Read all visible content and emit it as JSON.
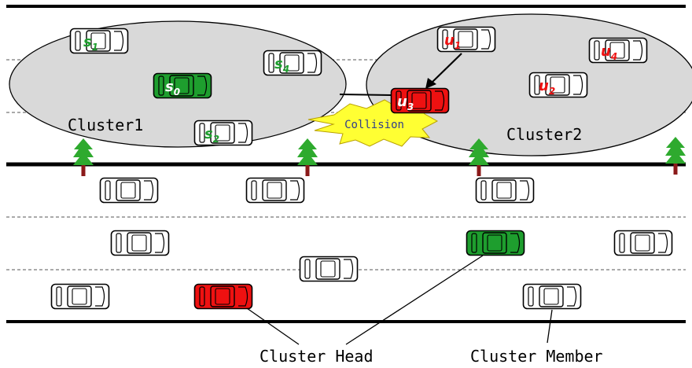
{
  "colors": {
    "road_line": "#000000",
    "lane_dash": "#555555",
    "cluster_fill": "#d9d9d9",
    "green_head": "#1e9e2e",
    "red_head": "#ee1111",
    "green_text": "#1e9e2e",
    "red_text": "#ee1111",
    "tree": "#2eaa2e",
    "trunk": "#8b1a1a",
    "burst": "#ffff33",
    "burst_text": "#2f3d8c"
  },
  "clusters": [
    {
      "label": "Cluster1"
    },
    {
      "label": "Cluster2"
    }
  ],
  "collision": {
    "label": "Collision"
  },
  "cluster1_vehicles": [
    {
      "id": "s1",
      "base": "s",
      "sub": "1",
      "role": "member"
    },
    {
      "id": "s4",
      "base": "s",
      "sub": "4",
      "role": "member"
    },
    {
      "id": "s0",
      "base": "s",
      "sub": "0",
      "role": "head"
    },
    {
      "id": "s2",
      "base": "s",
      "sub": "2",
      "role": "member"
    }
  ],
  "cluster2_vehicles": [
    {
      "id": "u1",
      "base": "u",
      "sub": "1",
      "role": "member"
    },
    {
      "id": "u4",
      "base": "u",
      "sub": "4",
      "role": "member"
    },
    {
      "id": "u2",
      "base": "u",
      "sub": "2",
      "role": "member"
    },
    {
      "id": "u3",
      "base": "u",
      "sub": "3",
      "role": "head"
    }
  ],
  "legend": {
    "head_label": "Cluster Head",
    "member_label": "Cluster Member"
  },
  "icons": {
    "tree": "tree-icon",
    "car": "car-icon",
    "burst": "collision-burst-icon"
  }
}
